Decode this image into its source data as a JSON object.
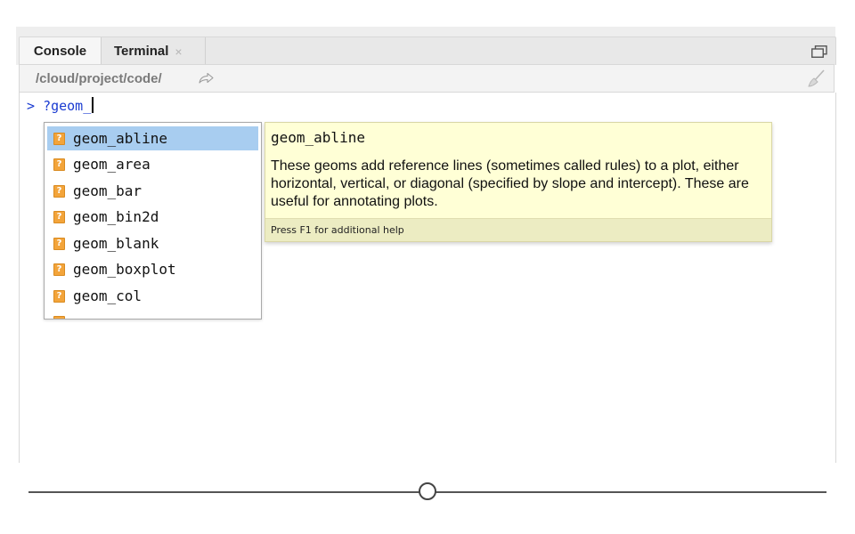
{
  "tabs": {
    "console_label": "Console",
    "terminal_label": "Terminal",
    "terminal_close": "×"
  },
  "path": {
    "text": "/cloud/project/code/"
  },
  "console": {
    "prompt": ">",
    "input": "?geom_"
  },
  "completion": {
    "badge": "?",
    "items": [
      {
        "label": "geom_abline",
        "selected": true
      },
      {
        "label": "geom_area"
      },
      {
        "label": "geom_bar"
      },
      {
        "label": "geom_bin2d"
      },
      {
        "label": "geom_blank"
      },
      {
        "label": "geom_boxplot"
      },
      {
        "label": "geom_col"
      }
    ]
  },
  "help": {
    "title": "geom_abline",
    "description": "These geoms add reference lines (sometimes called rules) to a plot, either horizontal, vertical, or diagonal (specified by slope and intercept). These are useful for annotating plots.",
    "footer": "Press F1 for additional help"
  },
  "slider": {
    "value": 0.5
  },
  "colors": {
    "selection": "#a8cdf0",
    "prompt": "#1a3bd1",
    "help_bg": "#ffffd6",
    "help_footer_bg": "#ececc2",
    "badge": "#f3a43a"
  }
}
